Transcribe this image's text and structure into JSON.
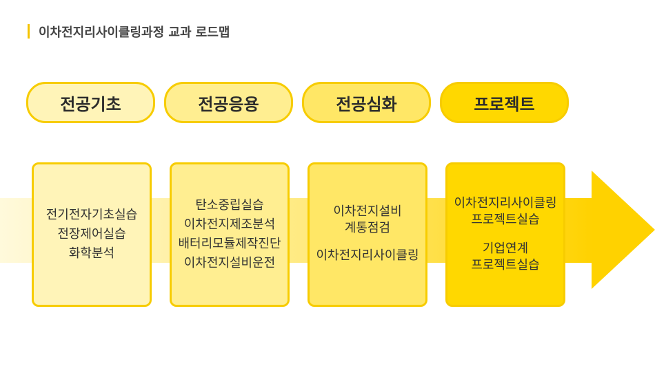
{
  "title": "이차전지리사이클링과정 교과 로드맵",
  "colors": {
    "accent": "#f7cc00",
    "stage1": "#fff4b8",
    "stage2": "#ffee91",
    "stage3": "#ffe766",
    "stage4": "#ffd800"
  },
  "stages": [
    {
      "label": "전공기초",
      "courses": [
        "전기전자기초실습",
        "전장제어실습",
        "화학분석"
      ]
    },
    {
      "label": "전공응용",
      "courses": [
        "탄소중립실습",
        "이차전지제조분석",
        "배터리모듈제작진단",
        "이차전지설비운전"
      ]
    },
    {
      "label": "전공심화",
      "courses": [
        "이차전지설비",
        "계통점검",
        "이차전지리사이클링"
      ]
    },
    {
      "label": "프로젝트",
      "courses": [
        "이차전지리사이클링",
        "프로젝트실습",
        "기업연계",
        "프로젝트실습"
      ]
    }
  ]
}
